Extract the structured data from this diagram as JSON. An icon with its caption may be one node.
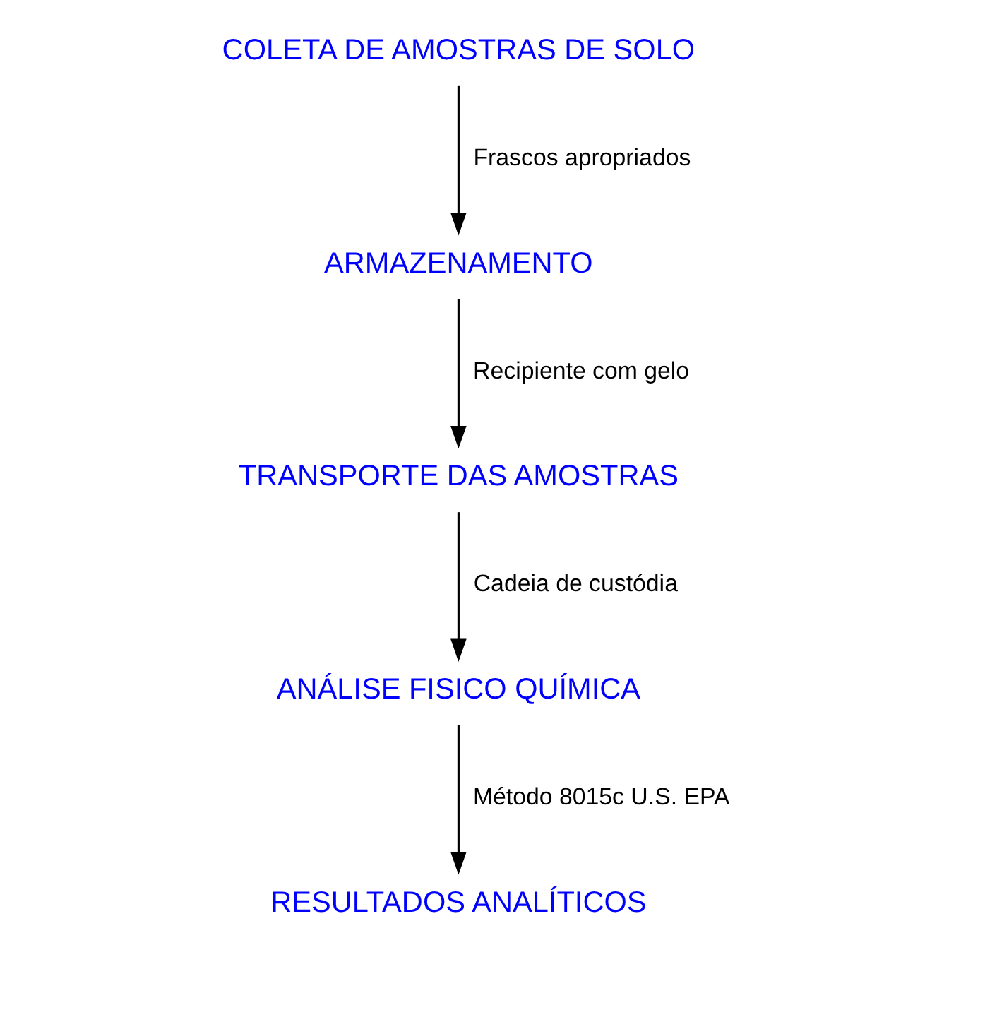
{
  "diagram": {
    "nodes": [
      {
        "text": [
          "COLETA DE AMOSTRAS DE SOLO"
        ]
      },
      {
        "text": [
          "ARMAZENAMENTO"
        ]
      },
      {
        "text": [
          "TRANSPORTE DAS AMOSTRAS"
        ]
      },
      {
        "text": [
          "ANÁLISE FISICO QUÍMICA"
        ]
      },
      {
        "text": [
          "RESULTADOS ANALÍTICOS"
        ]
      }
    ],
    "edges": [
      {
        "from": 0,
        "to": 1,
        "arrow": "to",
        "label": "Frascos apropriados"
      },
      {
        "from": 1,
        "to": 2,
        "arrow": "to",
        "label": "Recipiente com gelo"
      },
      {
        "from": 2,
        "to": 3,
        "arrow": "to",
        "label": "Cadeia de custódia"
      },
      {
        "from": 3,
        "to": 4,
        "arrow": "to",
        "label": "Método 8015c U.S. EPA"
      }
    ]
  }
}
